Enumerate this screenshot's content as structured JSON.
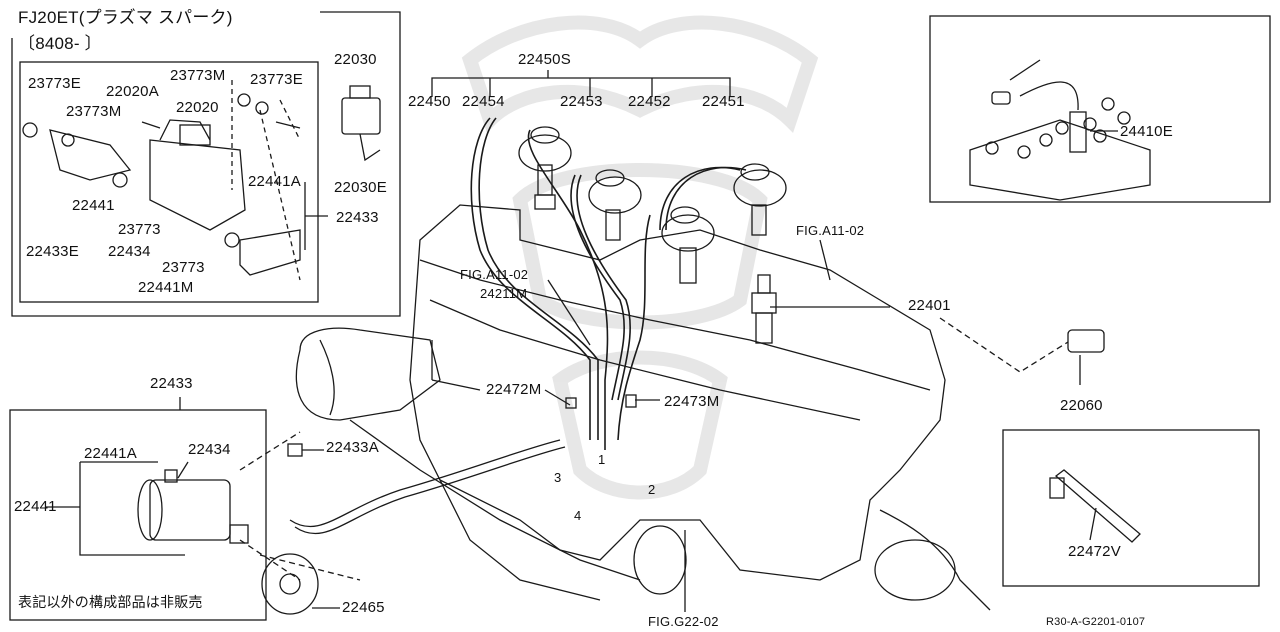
{
  "header": {
    "engine_title": "FJ20ET(プラズマ スパーク)",
    "date_range": "〔8408-     〕"
  },
  "parts": {
    "p22450S": "22450S",
    "p22450": "22450",
    "p22454": "22454",
    "p22453": "22453",
    "p22452": "22452",
    "p22451": "22451",
    "p22030": "22030",
    "p22030E": "22030E",
    "p23773E_a": "23773E",
    "p23773E_b": "23773E",
    "p23773M_a": "23773M",
    "p23773M_b": "23773M",
    "p22020A": "22020A",
    "p22020": "22020",
    "p22441A_top": "22441A",
    "p22441_top": "22441",
    "p22433_top": "22433",
    "p22433E": "22433E",
    "p23773_a": "23773",
    "p23773_b": "23773",
    "p22434_top": "22434",
    "p22441M_top": "22441M",
    "p24410E": "24410E",
    "figA1102_right": "FIG.A11-02",
    "figA1102_mid": "FIG.A11-02",
    "p24211M": "24211M",
    "p22401": "22401",
    "p22060": "22060",
    "p22472M": "22472M",
    "p22473M": "22473M",
    "p22433_bottom": "22433",
    "p22441A_bottom": "22441A",
    "p22434_bottom": "22434",
    "p22441_bottom": "22441",
    "p22433A": "22433A",
    "p22465": "22465",
    "p22472V": "22472V",
    "figG2202": "FIG.G22-02",
    "n1": "1",
    "n2": "2",
    "n3": "3",
    "n4": "4"
  },
  "notes": {
    "not_for_sale": "表記以外の構成部品は非販売",
    "drawing_code": "R30-A-G2201-0107"
  }
}
